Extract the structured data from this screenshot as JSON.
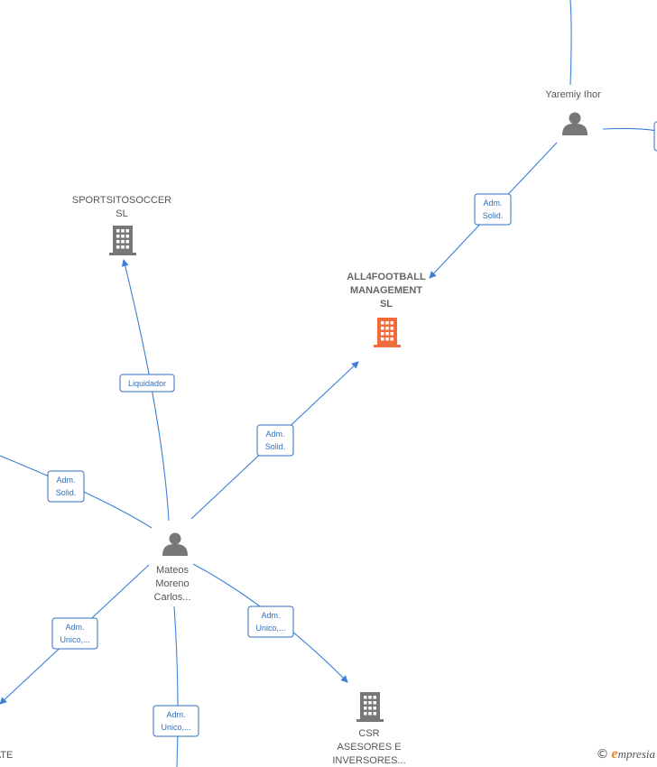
{
  "nodes": {
    "yaremiy": {
      "type": "person",
      "label": [
        "Yaremiy Ihor"
      ]
    },
    "sportsito": {
      "type": "company",
      "label": [
        "SPORTSITOSOCCER",
        "SL"
      ]
    },
    "all4football": {
      "type": "company-main",
      "label": [
        "ALL4FOOTBALL",
        "MANAGEMENT",
        "SL"
      ]
    },
    "mateos": {
      "type": "person",
      "label": [
        "Mateos",
        "Moreno",
        "Carlos..."
      ]
    },
    "csr": {
      "type": "company",
      "label": [
        "CSR",
        "ASESORES E",
        "INVERSORES..."
      ]
    },
    "left_partial": {
      "type": "company",
      "label": [
        "ATE"
      ]
    }
  },
  "edges": {
    "yaremiy_all4": [
      "Adm.",
      "Solid."
    ],
    "mateos_all4": [
      "Adm.",
      "Solid."
    ],
    "mateos_sportsito": [
      "Liquidador"
    ],
    "mateos_left": [
      "Adm.",
      "Solid."
    ],
    "mateos_bottomleft": [
      "Adm.",
      "Unico,..."
    ],
    "mateos_bottom": [
      "Adm.",
      "Unico,..."
    ],
    "mateos_csr": [
      "Adm.",
      "Unico,..."
    ]
  },
  "colors": {
    "edge": "#3b7fd6",
    "person": "#777777",
    "company": "#777777",
    "main_company": "#f26b3a"
  },
  "brand": {
    "copyright": "©",
    "initial": "e",
    "name": "mpresia"
  }
}
